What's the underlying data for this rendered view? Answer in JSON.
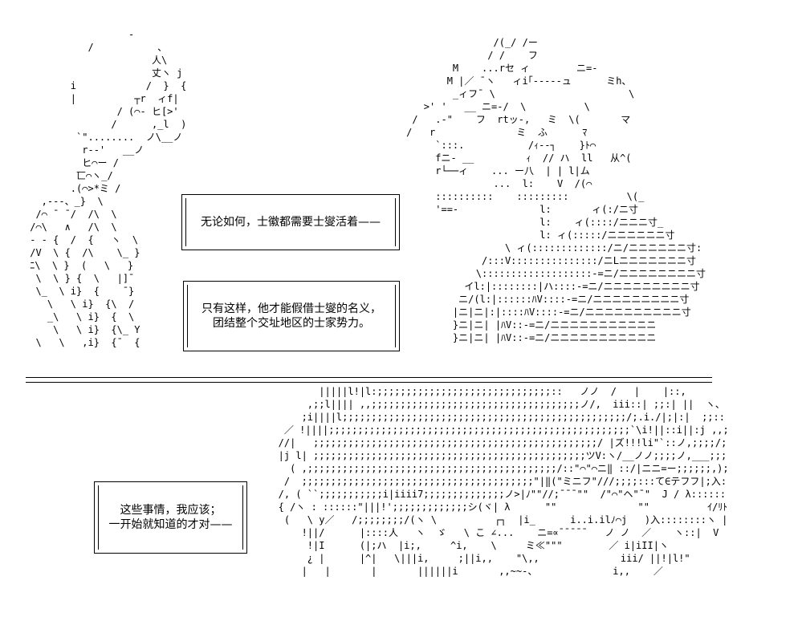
{
  "art": {
    "left": "                  -\n           /           、\n                      人\\\n                      丈ヽ j\n        i            /  }  {\n        |          ┬r  ィf|\n                / (⌒- ヒ[>'\n               /      ,_l  )\n         `\"........  ノ\\__ノ\n          r-‐'   __ノ\n          ヒ⌒ー /\n         匸⌒ヽ_/\n        .(⌒>*ミ /\n   ,--‐、_}  \\\n  /⌒ ̄  ̄ /  /\\  \\\n /⌒\\   ∧   /\\  \\\n - - {  /  {   ヽ  \\\n /V  \\ {  /\\    \\_ }\n ﾆ\\  \\ }  (   \\   }\n  \\  \\ } {  \\   |]¯\n  \\_  \\ i}  {    ¯}\n    \\   \\ i}  {\\  /\n    _\\   \\ i}  {  \\ \n     \\   \\ i}  {\\_ Y\n  \\   \\   ,i}  {¯  {",
    "right": "                    /(_/ /ー\n                   / /    フ\n             M    ...rセ ィ        ニ=-\n            M |／ ¯ヽ   ィi｢-----ュ      ミh、\n             _ィフ¯ \\                       \\\n        >' '   __ ニ=-/  \\          \\\n      /   .-\"    フ  rtッ-,   ミ  \\(       マ\n     /   r              ミ  ふ      ﾏ\n          `:::.           /ｨ-‐┐    }ﾄ⌒\n          fニ- __         ｨ  // ハ  ll   从^(\n          r└──ィ    ... ー八  | | l|ム\n                    ...  l:    V  /(⌒\n          ::::::::::    :::::::::          \\(_\n          '==-              l:       ィ(:/ニ寸\n                            l:    ィ(::::/ニニニ寸_\n                            l: ィ(:::::/ニニニニニニ寸\n                      \\ ィ(:::::::::::::/ニ/ニニニニニニ寸:\n                  /:::V:::::::::::::::/ニLニニニニニニニ寸\n                 \\:::::::::::::::::::-=ニ/ニニニニニニニニ寸\n               イl:|::::::::|ハ::::-=ニ/ニニニニニニニニニ寸\n              ニ/(l:|::::::ﾊV::::-=ニ/ニニニニニニニニニ寸\n             |ニ|ニ|:|::::ﾊV::::-=ニ/ニニニニニニニニニニ寸\n             }ニ|ニ| |ﾊV::-=ニ/ニニニニニニニニニニニ\n             }ニ|ニ| |ﾊV::-=ニ/ニニニニニニニニニニニ",
    "bottom": "          |||||l!|l:;;;;;;;;;;;;;;;;;;;;;;;;;;;;;;::   ノノ  /   |    |::,            入 ;; |\\  | 人 |i\n        ,;;l|||| ,,;;;;;;;;;;;;;;;;;;;;;;;;;;;;;;;;;;;;ノ/,  iii::| ;;:| ||  ヽ、          ヾ:::::,     ヽ||::\n       ;i||||l;;;;;;;;;;;;;;;;;;;;;;;;;;;;;;;;;;;;;;;;;;;;;;;;;/;.i./|;|:|  ;;:: /;::ヽ;;:::         |::::::::::;,   !!||;|i\n    ／ !||||;;;;;;;;;;;;;;;;;;;;;;;;;;;;;;;;;;;;;;;;;;;;;;;;;;;;`\\i!||::i||:j ,,;;:||i::::|l,,;;;;     ヘ::::::::::::,   !!|||:|i\n   //|   ;;;;;;;;;;;;;;;;;;;;;;;;;;;;;;;;;;;;;;;;;;;;;;;;;/ |ズ!!!li\"`::ノ,;;;;/;;;;;;!!`ヘ\";;;;`;;,  ヘ::::::::::::,     、\n   |j l| ;;;;;;;;;;;;;;;;;;;;;;;;;;;;;;;;;;;;;;;;;;;;;;;ツV:ヽ/__ノノ;;;;ノ,___;;;;=ゞ:;;;;;;;`;;;    ヘ::::::::::::,  入 〉\n     ( ,;;;;;;;;;;;;;;;;;;;;;;;;;;;;;;;;;;;;;;;;;;;/::\"⌒\"⌒ニ‖ ::/|ニニ=ー;;;;;;,);;;;;;;;,     ヽ:::::::::::::,  ∧l\n    /  ;;;;;;;;;;;;;;;;;;;;;;;;;;;;;;;;;;;;;;;;\"|‖(\"ミニフ\"///;;;;:::て∈テフフ|;入:::::::::::,  へヽ;;;;;;\"\"|,|,|)\n   /, ( ``;;;;;;;;;;;i|iiii7;;;;;;;;;;;;;;ノ>|ﾉ\"\"//;¯¯¯\"\"  /\"⌒\"ヘ\"¯\"  J / λ::::::::::,   ヽ):::::) } ﾐ |∧|\n   { /ヽ : ::::::\"|||!';;;;;;;;;;;;;シ(ヾ| λ      \"\"              \"\"          ｲ/ﾘﾄ:::::::::::ヘ  |∧:/ | ﾉ>)>\n    (   \\ y／   /;;;;;;;;/(ヽ \\          ┌┐  |i_      i..i.ilﾉ⌒j   )入::::::::ヽ |    \\|  /》ヾj\n       !||/      |::::人   ヽ  ゞ   \\ こ ∠...    ニ=∝¯¯¯¯¯   ノ ノ  ／    ヽ::|  V        ^  i ﾉ     |\n        !|I      (|;ハ  |i;,     ^i,    \\     ミ≪\"\"\"        ／ i|iII|ヽ          )/     |             λ |i\n        ¿ |      |^|   \\|||i,     ;||i,,    \"\\,,              iii/ ||!|l!\"          |!/                 | ||i\n       |   |       |       ||||||i       ,,~~-、             i,,    ／                  ／  ノ              ノ!|ii"
  },
  "frames": {
    "f1": {
      "text": "无论如何，士徽都需要士燮活着——"
    },
    "f2": {
      "line1": "只有这样，他才能假借士燮的名义，",
      "line2": "团结整个交址地区的士家势力。"
    },
    "f3": {
      "line1": "这些事情，我应该；",
      "line2": "一开始就知道的才对——"
    }
  }
}
